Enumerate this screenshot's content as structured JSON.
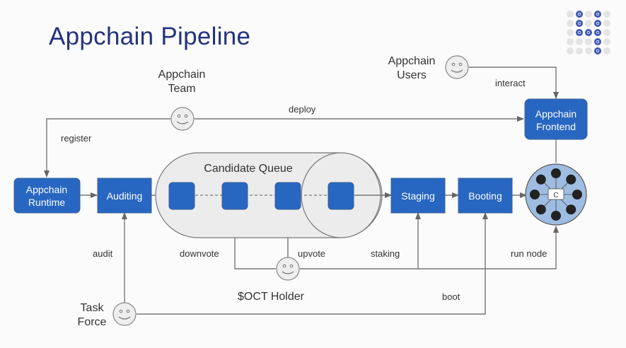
{
  "title": "Appchain Pipeline",
  "brand": {
    "logo_icon": "dot-grid-logo",
    "accent_color": "#3d56b2",
    "inactive_dot_color": "#e4e4e4"
  },
  "colors": {
    "box_fill": "#2867c1",
    "box_stroke": "#3a5f98",
    "queue_fill": "#ededed",
    "line": "#666666",
    "network_fill": "#9fbde2",
    "node_fill": "#222222",
    "actor_fill": "#eeeeee"
  },
  "actors": {
    "team": {
      "line1": "Appchain",
      "line2": "Team",
      "icon": "smiley-icon"
    },
    "users": {
      "line1": "Appchain",
      "line2": "Users",
      "icon": "smiley-icon"
    },
    "holder": {
      "label": "$OCT Holder",
      "icon": "smiley-icon"
    },
    "task_force": {
      "line1": "Task",
      "line2": "Force",
      "icon": "smiley-icon"
    }
  },
  "boxes": {
    "runtime": {
      "line1": "Appchain",
      "line2": "Runtime"
    },
    "auditing": {
      "label": "Auditing"
    },
    "staging": {
      "label": "Staging"
    },
    "booting": {
      "label": "Booting"
    },
    "frontend": {
      "line1": "Appchain",
      "line2": "Frontend"
    }
  },
  "queue": {
    "label": "Candidate Queue",
    "item_count": 4
  },
  "network": {
    "center_label": "C",
    "node_count": 8,
    "icon": "network-hub-icon"
  },
  "edges": {
    "deploy": "deploy",
    "register": "register",
    "interact": "interact",
    "audit": "audit",
    "downvote": "downvote",
    "upvote": "upvote",
    "staking": "staking",
    "run_node": "run node",
    "boot": "boot"
  }
}
